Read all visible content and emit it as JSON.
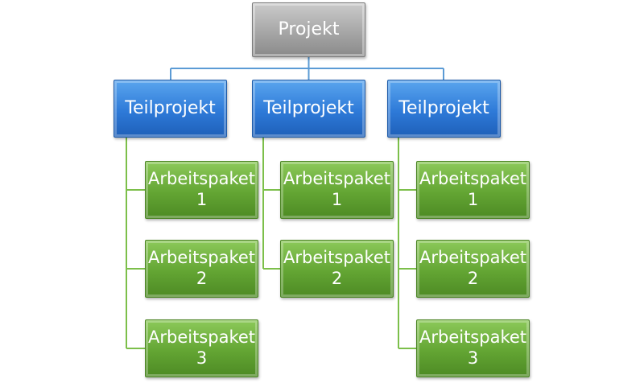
{
  "root": {
    "label": "Projekt"
  },
  "subprojects": [
    {
      "label": "Teilprojekt",
      "packages": [
        {
          "label": "Arbeitspaket",
          "number": "1"
        },
        {
          "label": "Arbeitspaket",
          "number": "2"
        },
        {
          "label": "Arbeitspaket",
          "number": "3"
        }
      ]
    },
    {
      "label": "Teilprojekt",
      "packages": [
        {
          "label": "Arbeitspaket",
          "number": "1"
        },
        {
          "label": "Arbeitspaket",
          "number": "2"
        }
      ]
    },
    {
      "label": "Teilprojekt",
      "packages": [
        {
          "label": "Arbeitspaket",
          "number": "1"
        },
        {
          "label": "Arbeitspaket",
          "number": "2"
        },
        {
          "label": "Arbeitspaket",
          "number": "3"
        }
      ]
    }
  ],
  "colors": {
    "root": "#a6a6a6",
    "subproject": "#2e7ad8",
    "work_package": "#63a533",
    "connector_blue": "#5b9bd5",
    "connector_green": "#7cbf4a"
  }
}
